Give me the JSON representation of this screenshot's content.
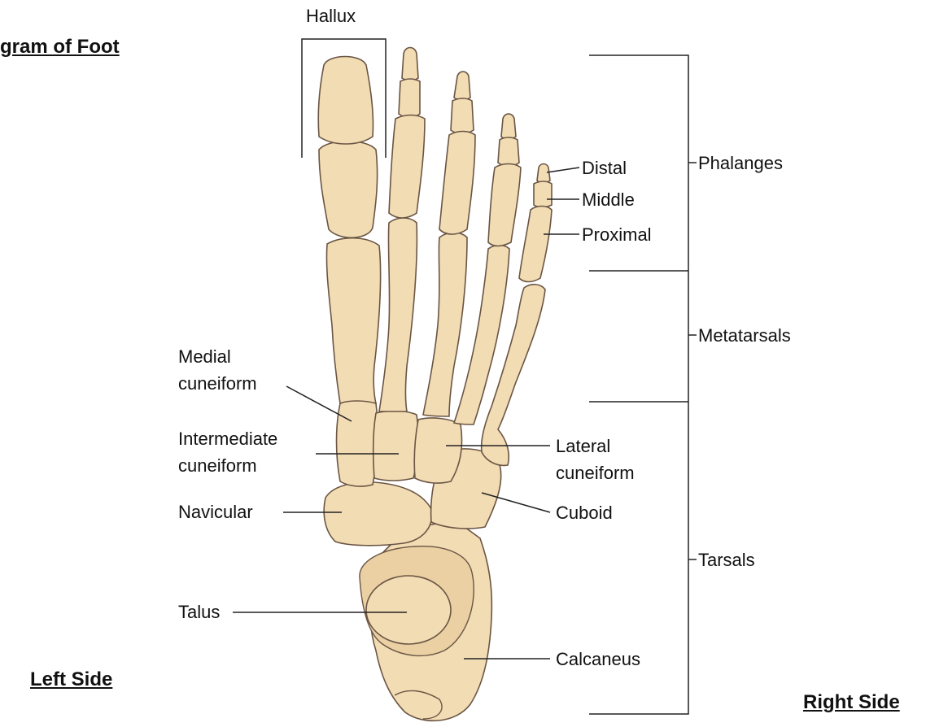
{
  "corners": {
    "title": "gram of Foot",
    "left": "Left Side",
    "right": "Right Side"
  },
  "labels": {
    "hallux": "Hallux",
    "distal": "Distal",
    "middle": "Middle",
    "proximal": "Proximal",
    "phalanges": "Phalanges",
    "metatarsals": "Metatarsals",
    "tarsals": "Tarsals",
    "medial_cuneiform_1": "Medial",
    "medial_cuneiform_2": "cuneiform",
    "intermediate_cuneiform_1": "Intermediate",
    "intermediate_cuneiform_2": "cuneiform",
    "navicular": "Navicular",
    "talus": "Talus",
    "lateral_cuneiform_1": "Lateral",
    "lateral_cuneiform_2": "cuneiform",
    "cuboid": "Cuboid",
    "calcaneus": "Calcaneus"
  },
  "colors": {
    "bone_fill": "#f2dcb4",
    "bone_outline": "#6a5544",
    "text": "#111111",
    "background": "#ffffff"
  }
}
